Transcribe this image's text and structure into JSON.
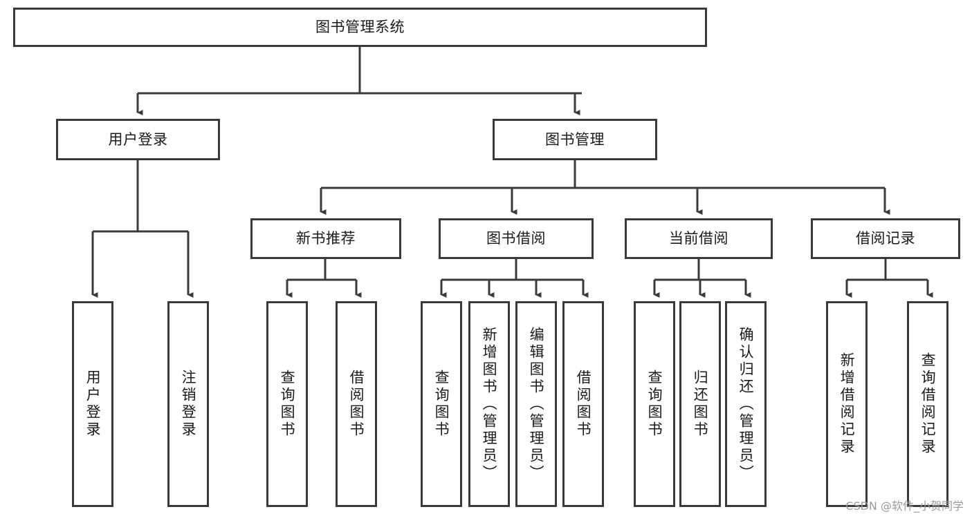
{
  "diagram": {
    "type": "tree-hierarchy",
    "title": "图书管理系统",
    "watermark": "CSDN @软件_小贺同学",
    "colors": {
      "stroke": "#3a3a3a",
      "fill": "#ffffff",
      "text": "#1a1a1a",
      "watermark": "#9a9a9a"
    },
    "nodes": {
      "root": {
        "label": "图书管理系统"
      },
      "level1": [
        {
          "label": "用户登录"
        },
        {
          "label": "图书管理"
        }
      ],
      "level2": [
        {
          "label": "新书推荐"
        },
        {
          "label": "图书借阅"
        },
        {
          "label": "当前借阅"
        },
        {
          "label": "借阅记录"
        }
      ],
      "leaves": {
        "user_login": [
          {
            "label": "用户登录"
          },
          {
            "label": "注销登录"
          }
        ],
        "new_book_recommend": [
          {
            "label": "查询图书"
          },
          {
            "label": "借阅图书"
          }
        ],
        "book_borrow": [
          {
            "label": "查询图书"
          },
          {
            "label": "新增图书（管理员）"
          },
          {
            "label": "编辑图书（管理员）"
          },
          {
            "label": "借阅图书"
          }
        ],
        "current_borrow": [
          {
            "label": "查询图书"
          },
          {
            "label": "归还图书"
          },
          {
            "label": "确认归还（管理员）"
          }
        ],
        "borrow_record": [
          {
            "label": "新增借阅记录"
          },
          {
            "label": "查询借阅记录"
          }
        ]
      }
    }
  }
}
